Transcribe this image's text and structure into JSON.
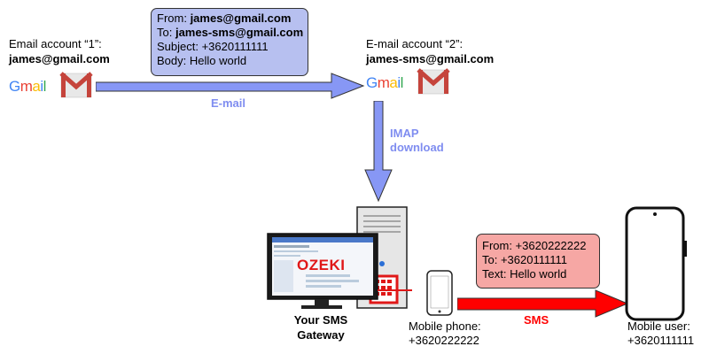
{
  "source_account": {
    "caption": "Email account “1”:",
    "address": "james@gmail.com"
  },
  "target_account": {
    "caption": "E-mail account “2”:",
    "address": "james-sms@gmail.com"
  },
  "gmail_logo": {
    "wordmark": [
      "G",
      "m",
      "a",
      "i",
      "l"
    ],
    "colors": [
      "#4285f4",
      "#ea4335",
      "#fbbc05",
      "#4285f4",
      "#34a853"
    ],
    "envelope_color": "#c5443c",
    "icon": "gmail-logo-icon"
  },
  "email_message": {
    "from_label": "From: ",
    "from_value": "james@gmail.com",
    "to_label": "To: ",
    "to_value": "james-sms@gmail.com",
    "subject": "Subject: +3620111111",
    "body": "Body: Hello world",
    "color": "#b7c0f0"
  },
  "email_arrow": {
    "label": "E-mail",
    "color": "#7f8df0"
  },
  "imap_arrow": {
    "label_line1": "IMAP",
    "label_line2": "download",
    "color": "#7f8df0"
  },
  "gateway": {
    "brand": "OZEKI",
    "label_line1": "Your SMS",
    "label_line2": "Gateway",
    "brand_color": "#e01818"
  },
  "mobile_phone": {
    "caption": "Mobile phone:",
    "number": "+3620222222"
  },
  "sms_message": {
    "from": "From: +3620222222",
    "to": "To: +3620111111",
    "text": "Text: Hello world",
    "color": "#f6a7a4"
  },
  "sms_arrow": {
    "label": "SMS",
    "color": "#ff0000"
  },
  "mobile_user": {
    "caption": "Mobile user:",
    "number": "+3620111111"
  }
}
